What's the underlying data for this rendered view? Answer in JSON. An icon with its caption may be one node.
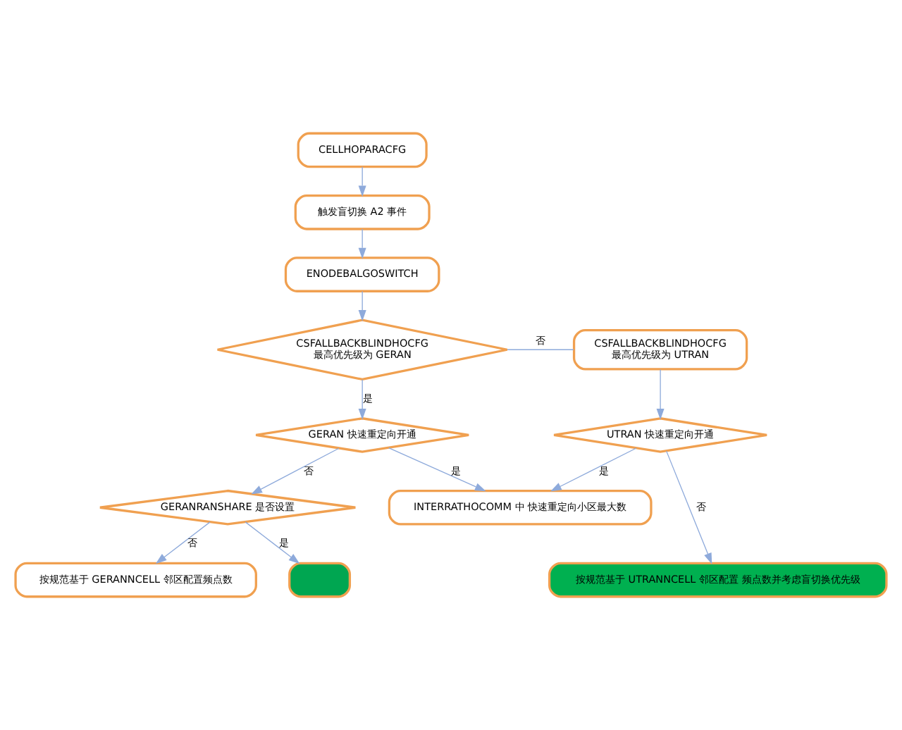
{
  "diagram": {
    "nodes": [
      {
        "text": [
          "CELLHOPARACFG"
        ]
      },
      {
        "text": [
          "触发盲切换 A2 事件"
        ]
      },
      {
        "text": [
          "ENODEBALGOSWITCH"
        ]
      },
      {
        "text": [
          "CSFALLBACKBLINDHOCFG",
          "最高优先级为 GERAN"
        ]
      },
      {
        "text": [
          "CSFALLBACKBLINDHOCFG",
          "最高优先级为 UTRAN"
        ]
      },
      {
        "text": [
          "GERAN 快速重定向开通"
        ]
      },
      {
        "text": [
          "INTERRATHOCOMM 中 快速重定向小区最大数"
        ]
      },
      {
        "text": [
          "UTRAN 快速重定向开通"
        ]
      },
      {
        "text": [
          "GERANRANSHARE 是否设置"
        ]
      },
      {
        "text": [],
        "shape": "box"
      },
      {
        "text": [
          "按规范基于 GERANNCELL 邻区配置频点数"
        ]
      },
      {
        "text": [
          "按规范基于 UTRANNCELL 邻区配置 频点数并考虑盲切换优先级"
        ]
      }
    ],
    "edges": [
      {
        "from": 0,
        "to": 1,
        "arrow": "to"
      },
      {
        "from": 1,
        "to": 2,
        "arrow": "to"
      },
      {
        "from": 2,
        "to": 3,
        "arrow": "to"
      },
      {
        "from": 3,
        "to": 4,
        "arrow": "none",
        "label": "否"
      },
      {
        "from": 3,
        "to": 5,
        "arrow": "to",
        "label": "是"
      },
      {
        "from": 4,
        "to": 7,
        "arrow": "to"
      },
      {
        "from": 5,
        "to": 6,
        "arrow": "to",
        "label": "是"
      },
      {
        "from": 7,
        "to": 6,
        "arrow": "to",
        "label": "是"
      },
      {
        "from": 5,
        "to": 8,
        "arrow": "to",
        "label": "否"
      },
      {
        "from": 8,
        "to": 9,
        "arrow": "to",
        "label": "是"
      },
      {
        "from": 8,
        "to": 10,
        "arrow": "to",
        "label": "否"
      },
      {
        "from": 7,
        "to": 11,
        "arrow": "to",
        "label": "否"
      }
    ]
  }
}
